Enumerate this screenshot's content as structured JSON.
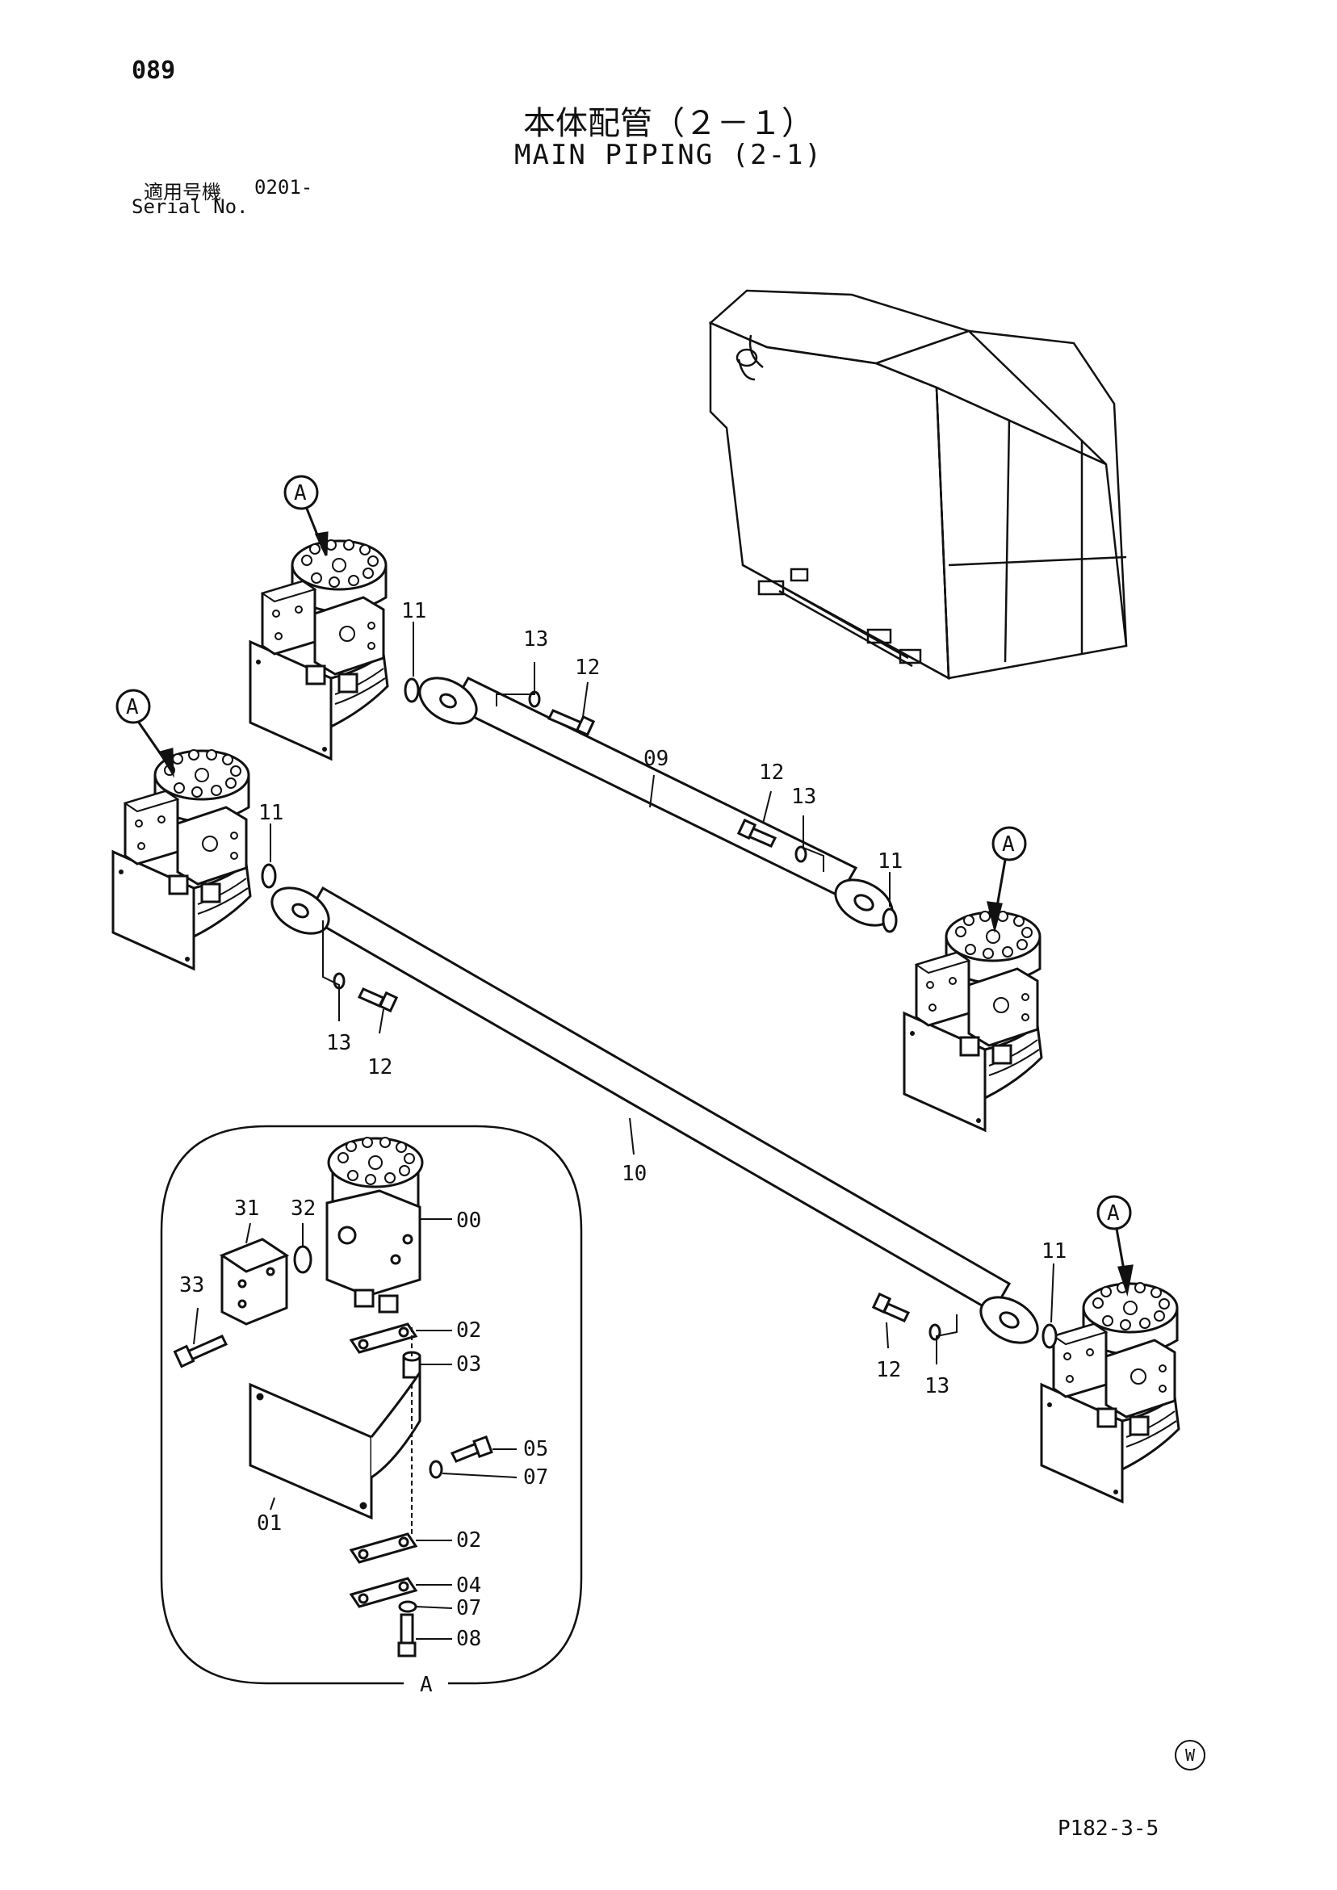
{
  "header": {
    "page_number": "089",
    "title_ja": "本体配管（２－１）",
    "title_en": "MAIN PIPING (2-1)",
    "serial_label_ja": "適用号機",
    "serial_value": "0201-",
    "serial_label_en": "Serial No."
  },
  "footer": {
    "mark": "W",
    "page_code": "P182-3-5"
  },
  "callouts": {
    "detail": "A",
    "c00": "00",
    "c01": "01",
    "c02": "02",
    "c03": "03",
    "c04": "04",
    "c05": "05",
    "c07": "07",
    "c08": "08",
    "c09": "09",
    "c10": "10",
    "c11": "11",
    "c12": "12",
    "c13": "13",
    "c31": "31",
    "c32": "32",
    "c33": "33"
  }
}
